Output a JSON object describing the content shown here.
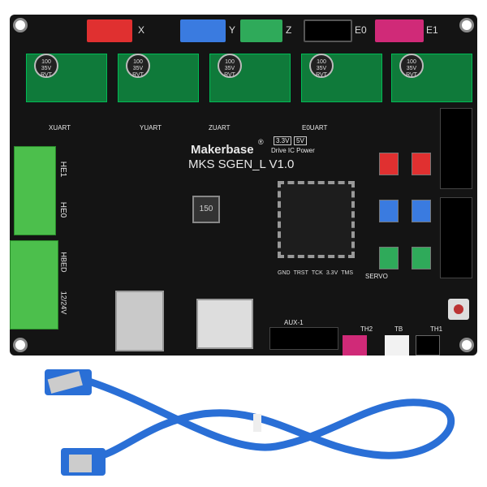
{
  "board": {
    "brand": "Makerbase",
    "registered": "®",
    "model": "MKS SGEN_L V1.0",
    "motor_connectors": [
      {
        "label": "X",
        "color": "#e03030"
      },
      {
        "label": "Y",
        "color": "#3a7be0"
      },
      {
        "label": "Z",
        "color": "#2faa5a"
      },
      {
        "label": "E0",
        "color": "#111111"
      },
      {
        "label": "E1",
        "color": "#d02a78"
      }
    ],
    "uart_labels": [
      "XUART",
      "YUART",
      "ZUART",
      "E0UART"
    ],
    "power_select": {
      "v33": "3.3V",
      "v5": "5V",
      "caption": "Drive IC Power"
    },
    "cap_text": "100 35V RVT",
    "terminal_labels": [
      "HE1",
      "HE0",
      "HBED",
      "12/24V"
    ],
    "bottom_labels": {
      "aux": "AUX-1",
      "servo": "SERVO",
      "th2": "TH2",
      "tb": "TB",
      "th1": "TH1"
    },
    "jtag": [
      "GND",
      "TRST",
      "TCK",
      "3.3V",
      "TMS"
    ],
    "inductor": "150"
  }
}
